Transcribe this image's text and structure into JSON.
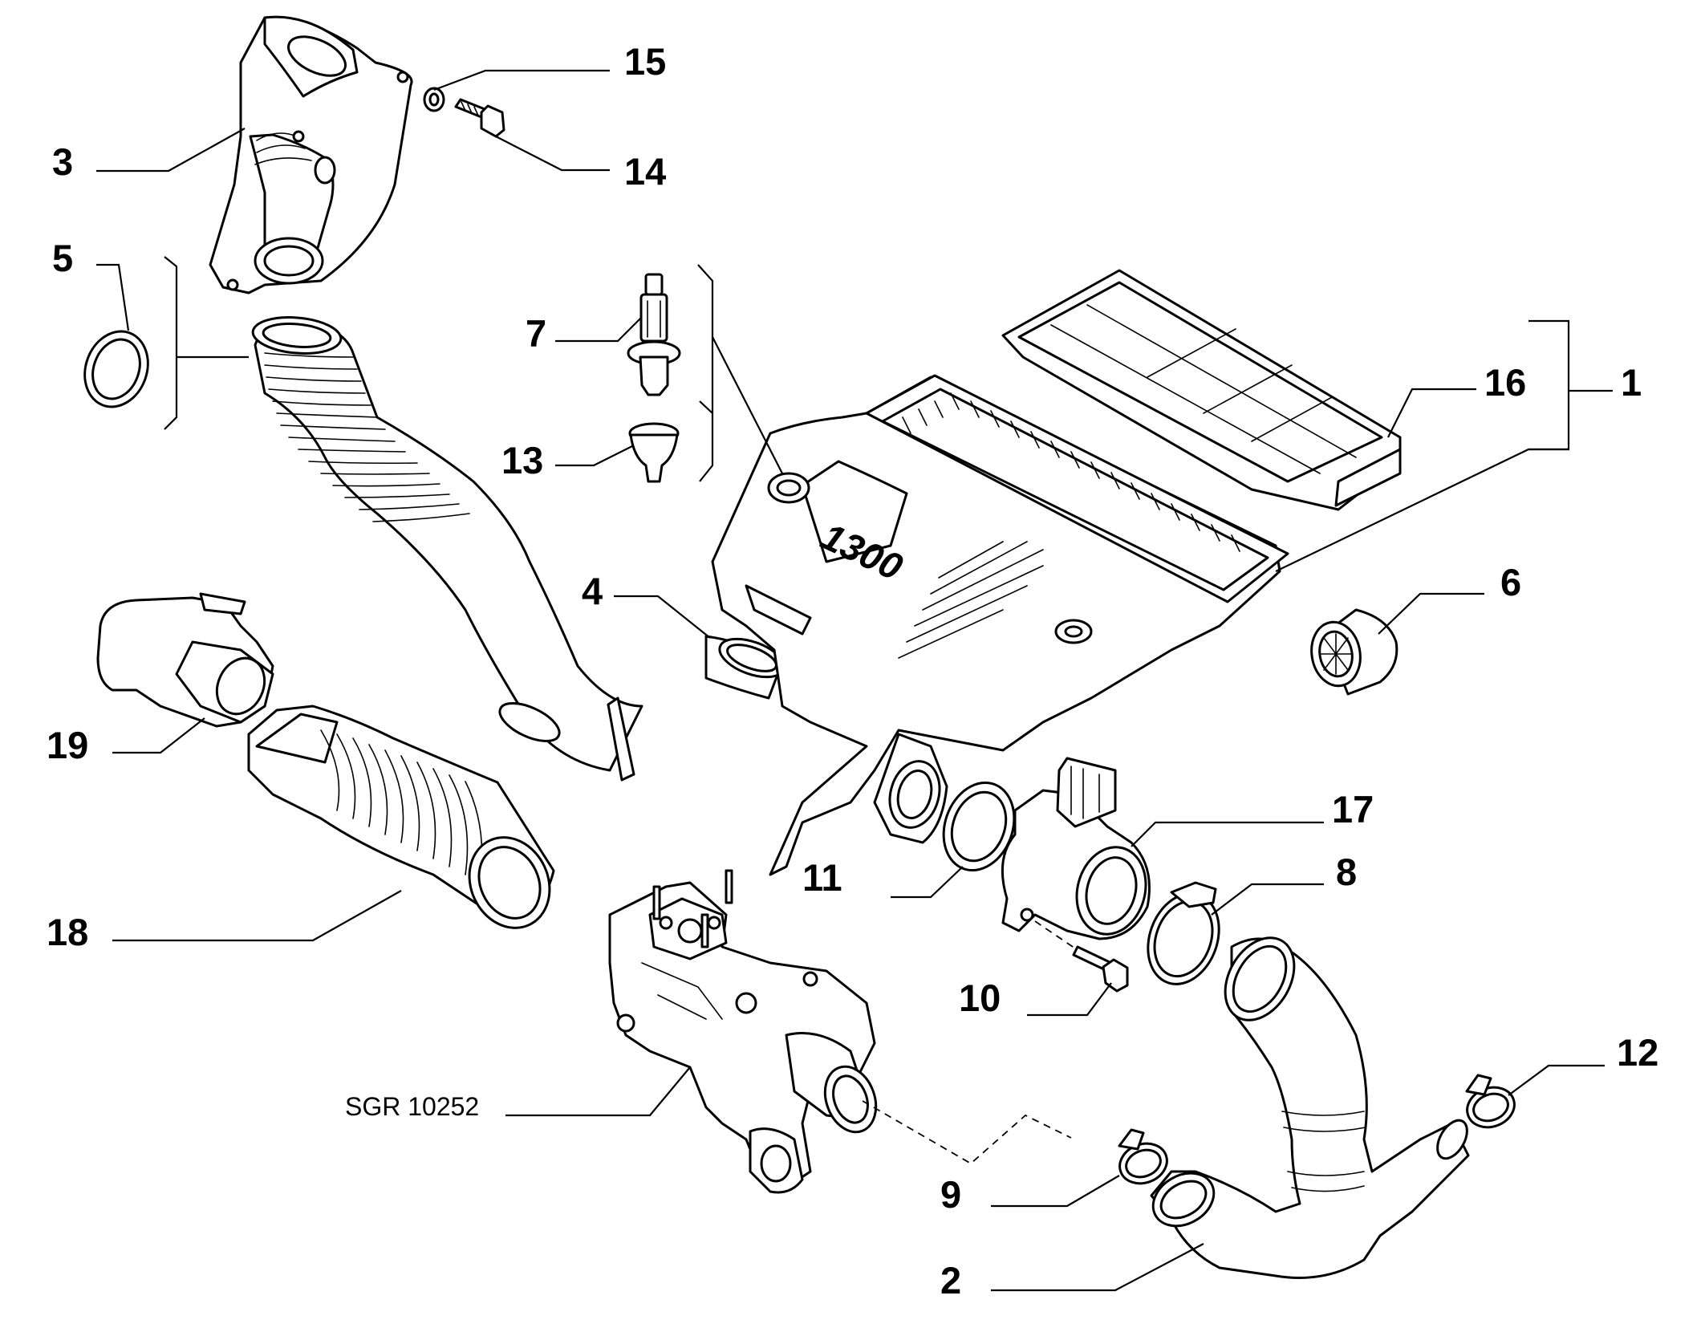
{
  "diagram": {
    "reference_code": "SGR 10252",
    "housing_marking": "1300",
    "callouts": [
      "1",
      "2",
      "3",
      "4",
      "5",
      "6",
      "7",
      "8",
      "9",
      "10",
      "11",
      "12",
      "13",
      "14",
      "15",
      "16",
      "17",
      "18",
      "19"
    ]
  }
}
